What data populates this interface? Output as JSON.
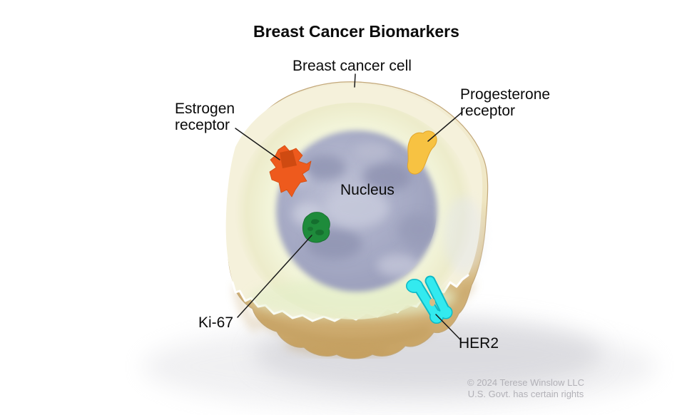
{
  "title": "Breast Cancer Biomarkers",
  "labels": {
    "cell": "Breast cancer cell",
    "estrogen": "Estrogen receptor",
    "progesterone": "Progesterone receptor",
    "nucleus": "Nucleus",
    "ki67": "Ki-67",
    "her2": "HER2"
  },
  "credit": {
    "line1": "© 2024 Terese Winslow LLC",
    "line2": "U.S. Govt. has certain rights"
  },
  "colors": {
    "estrogen_receptor": "#ee5a1d",
    "estrogen_receptor_dark": "#c9480f",
    "progesterone_receptor": "#f7c242",
    "ki67": "#1e8b3b",
    "her2": "#33eaef",
    "her2_outline": "#0eb9c6",
    "nucleus": "#a9adc7",
    "cytoplasm": "#f5f1db",
    "cell_body_tan": "#c7a263",
    "leader_line": "#1a1a1a",
    "credit_text": "#b2b1b7"
  }
}
